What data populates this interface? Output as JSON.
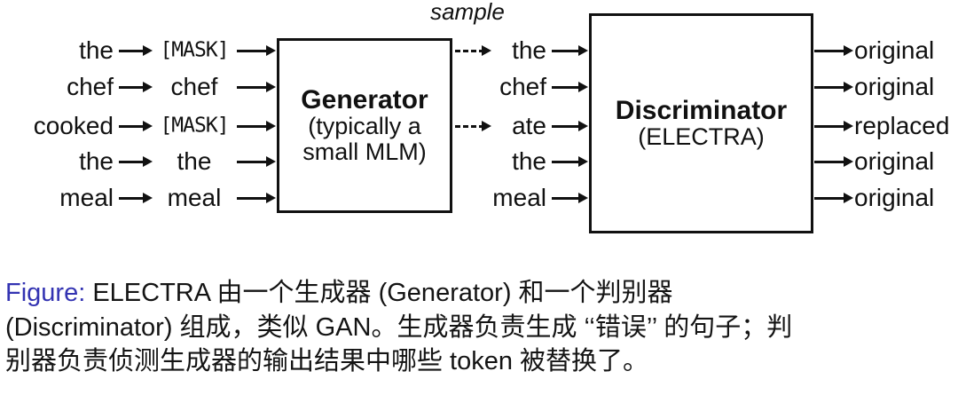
{
  "page": {
    "background": "#ffffff",
    "ink": "#111111"
  },
  "diagram": {
    "sample_label": "sample",
    "generator": {
      "title": "Generator",
      "subtitle_line1": "(typically a",
      "subtitle_line2": "small MLM)"
    },
    "discriminator": {
      "title": "Discriminator",
      "subtitle": "(ELECTRA)"
    },
    "rows": [
      {
        "input": "the",
        "masked": "[MASK]",
        "generated": "the",
        "sampled": true,
        "output": "original"
      },
      {
        "input": "chef",
        "masked": "chef",
        "generated": "chef",
        "sampled": false,
        "output": "original"
      },
      {
        "input": "cooked",
        "masked": "[MASK]",
        "generated": "ate",
        "sampled": true,
        "output": "replaced"
      },
      {
        "input": "the",
        "masked": "the",
        "generated": "the",
        "sampled": false,
        "output": "original"
      },
      {
        "input": "meal",
        "masked": "meal",
        "generated": "meal",
        "sampled": false,
        "output": "original"
      }
    ]
  },
  "caption": {
    "label": "Figure:",
    "label_color": "#3333b2",
    "line1_rest": " ELECTRA 由一个生成器 (Generator) 和一个判别器",
    "line2": "(Discriminator) 组成，类似 GAN。生成器负责生成 ‘‘错误’’ 的句子；判",
    "line3": "别器负责侦测生成器的输出结果中哪些 token 被替换了。"
  }
}
